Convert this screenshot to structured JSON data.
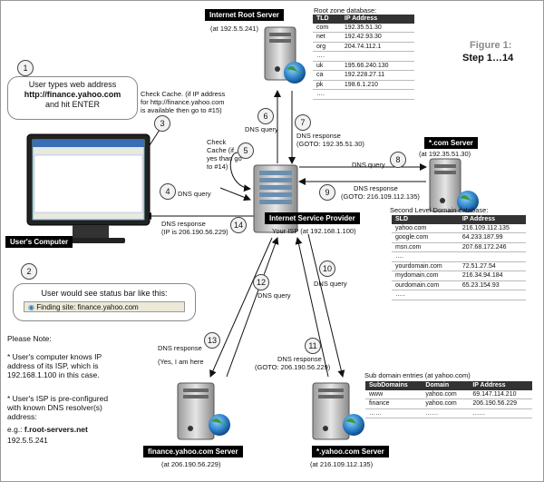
{
  "figure": {
    "title": "Figure 1:",
    "step": "Step 1…14"
  },
  "servers": {
    "root": {
      "name": "Internet Root Server",
      "ip": "(at 192.5.5.241)"
    },
    "com": {
      "name": "*.com Server",
      "ip": "(at 192.35.51.30)"
    },
    "isp": {
      "name": "Internet Service Provider",
      "sub": "Your ISP (at 192.168.1.100)"
    },
    "finance": {
      "name": "finance.yahoo.com Server",
      "ip": "(at 206.190.56.229)"
    },
    "yahoo": {
      "name": "*.yahoo.com Server",
      "ip": "(at 216.109.112.135)"
    },
    "computer": {
      "name": "User's Computer"
    }
  },
  "root_db": {
    "caption": "Root zone database:",
    "headers": [
      "TLD",
      "IP Address"
    ],
    "rows": [
      [
        "com",
        "192.35.51.30"
      ],
      [
        "net",
        "192.42.93.30"
      ],
      [
        "org",
        "204.74.112.1"
      ],
      [
        "….",
        ""
      ],
      [
        "uk",
        "195.66.240.130"
      ],
      [
        "ca",
        "192.228.27.11"
      ],
      [
        "pk",
        "198.6.1.210"
      ],
      [
        "….",
        ""
      ]
    ]
  },
  "sld_db": {
    "caption": "Second Level Domain database:",
    "headers": [
      "SLD",
      "IP Address"
    ],
    "rows": [
      [
        "yahoo.com",
        "216.109.112.135"
      ],
      [
        "google.com",
        "64.233.187.99"
      ],
      [
        "msn.com",
        "207.68.172.246"
      ],
      [
        "….",
        ""
      ],
      [
        "yourdomain.com",
        "72.51.27.54"
      ],
      [
        "mydomain.com",
        "216.34.94.184"
      ],
      [
        "ourdomain.com",
        "65.23.154.93"
      ],
      [
        "…..",
        ""
      ]
    ]
  },
  "sub_db": {
    "caption": "Sub domain entries (at yahoo.com)",
    "headers": [
      "SubDomains",
      "Domain",
      "IP Address"
    ],
    "rows": [
      [
        "www",
        "yahoo.com",
        "69.147.114.210"
      ],
      [
        "finance",
        "yahoo.com",
        "206.190.56.229"
      ],
      [
        "……",
        "……",
        "……"
      ]
    ]
  },
  "steps": {
    "s1": {
      "num": "1",
      "text": [
        "User types web address",
        "http://finance.yahoo.com",
        "and hit ENTER"
      ]
    },
    "s2": {
      "num": "2",
      "text": "User would see status bar like this:",
      "statusbar": "Finding site: finance.yahoo.com"
    },
    "s3": {
      "num": "3",
      "text": [
        "Check Cache. (if IP address",
        "for http://finance.yahoo.com",
        "is available then go to #15)"
      ]
    },
    "s4": {
      "num": "4",
      "text": "DNS query"
    },
    "s5": {
      "num": "5",
      "text": [
        "Check",
        "Cache (if",
        "yes than go",
        "to #14)"
      ]
    },
    "s6": {
      "num": "6",
      "text": "DNS query"
    },
    "s7": {
      "num": "7",
      "text": [
        "DNS response",
        "(GOTO: 192.35.51.30)"
      ]
    },
    "s8": {
      "num": "8",
      "text": "DNS query"
    },
    "s9": {
      "num": "9",
      "text": [
        "DNS response",
        "(GOTO: 216.109.112.135)"
      ]
    },
    "s10": {
      "num": "10",
      "text": "DNS query"
    },
    "s11": {
      "num": "11",
      "text": [
        "DNS response",
        "(GOTO: 206.190.56.229)"
      ]
    },
    "s12": {
      "num": "12",
      "text": "DNS query"
    },
    "s13": {
      "num": "13",
      "text": [
        "DNS response",
        "(Yes, I am here"
      ]
    },
    "s14": {
      "num": "14",
      "text": [
        "DNS response",
        "(IP is 206.190.56.229)"
      ]
    }
  },
  "note": {
    "title": "Please Note:",
    "p1": [
      "* User's computer knows IP",
      "address of its ISP, which is",
      "192.168.1.100 in this case."
    ],
    "p2": [
      "*  User's ISP is pre-configured",
      "with known DNS resolver(s)",
      "address:"
    ],
    "eg_label": "e.g.: ",
    "eg_value": "f.root-servers.net",
    "eg_ip": "192.5.5.241"
  }
}
